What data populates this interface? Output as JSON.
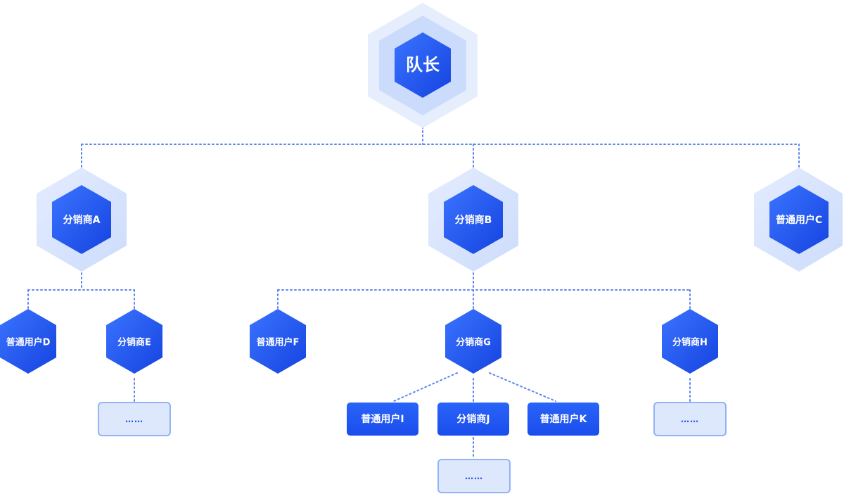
{
  "nodes": {
    "leader": "队长",
    "distributor_a": "分销商A",
    "distributor_b": "分销商B",
    "user_c": "普通用户C",
    "user_d": "普通用户D",
    "distributor_e": "分销商E",
    "user_f": "普通用户F",
    "distributor_g": "分销商G",
    "distributor_h": "分销商H",
    "user_i": "普通用户I",
    "distributor_j": "分销商J",
    "user_k": "普通用户K",
    "more_e": "……",
    "more_h": "……",
    "more_j": "……"
  },
  "colors": {
    "node_fill": "#1f55f2",
    "halo_outer": "#dce7fd",
    "halo_inner": "#c5d8fc",
    "placeholder_fill": "#dce8fc",
    "placeholder_border": "#8fb0f5",
    "connector": "#5b86f0"
  }
}
